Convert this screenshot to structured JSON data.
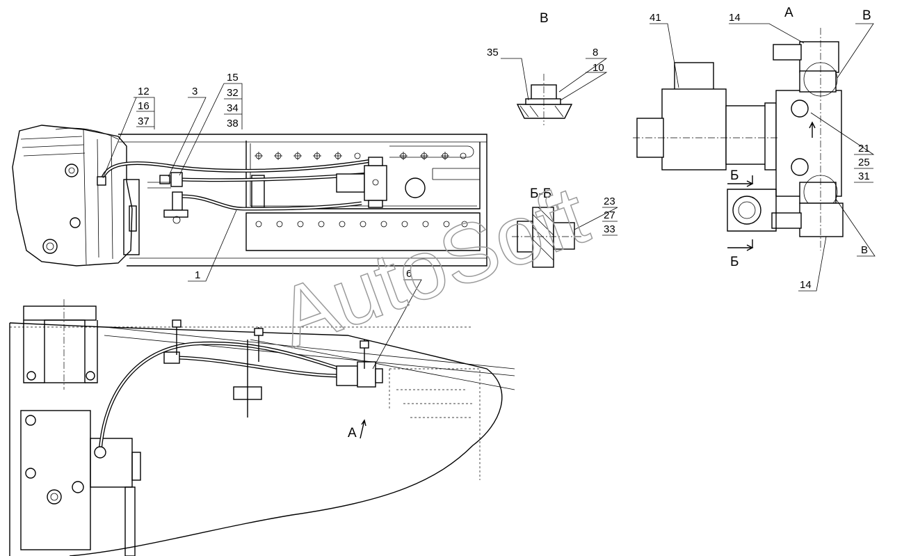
{
  "views": {
    "view_b_title": "В",
    "view_a_title": "А",
    "section_title": "Б-Б",
    "section_mark": "Б",
    "arrow_a": "А",
    "circle_b": "В"
  },
  "callouts": {
    "c12": "12",
    "c16": "16",
    "c37": "37",
    "c3": "3",
    "c15": "15",
    "c32": "32",
    "c34": "34",
    "c38": "38",
    "c1": "1",
    "c35": "35",
    "c8": "8",
    "c10": "10",
    "c41": "41",
    "c14": "14",
    "c21": "21",
    "c25": "25",
    "c31": "31",
    "c23": "23",
    "c27": "27",
    "c33": "33",
    "c6": "6"
  },
  "watermark": "AutoSoft"
}
